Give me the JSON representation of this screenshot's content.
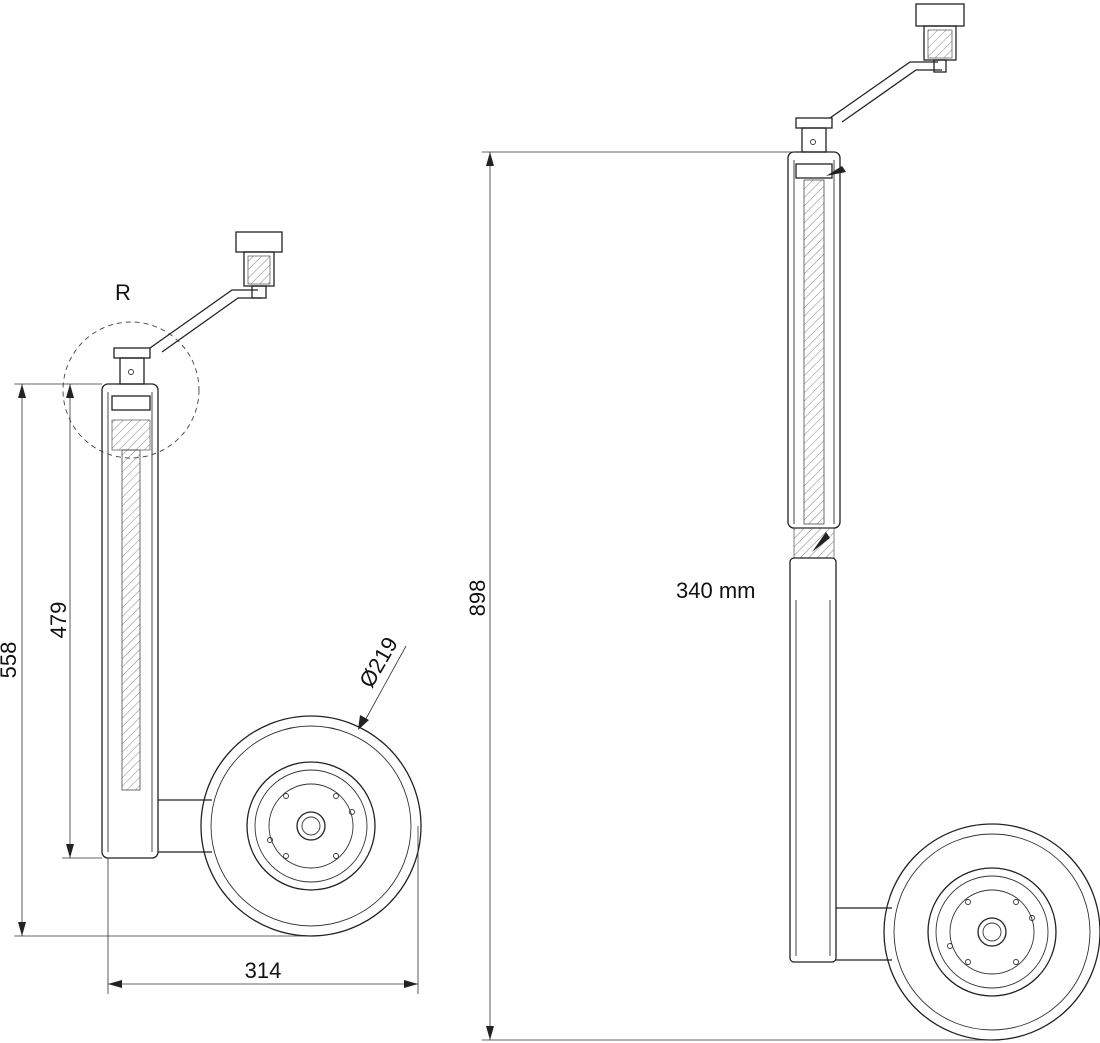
{
  "labels": {
    "detail_callout": "R",
    "height_total_left": "558",
    "height_inner_left": "479",
    "wheel_diameter": "Ø219",
    "width_bottom": "314",
    "height_total_right": "898",
    "stroke_length": "340 mm"
  }
}
